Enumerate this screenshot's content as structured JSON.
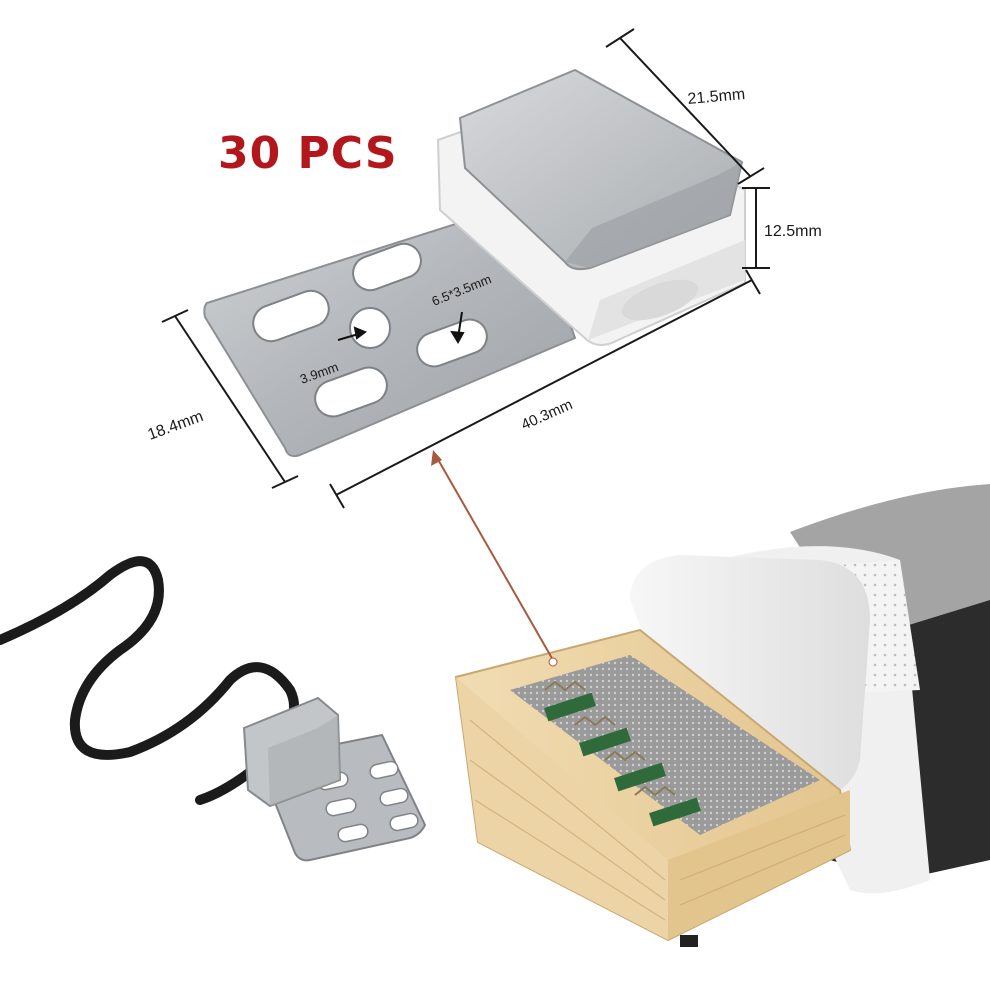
{
  "product": {
    "quantity_label": "30 PCS"
  },
  "dimensions": {
    "depth": "21.5mm",
    "height": "12.5mm",
    "width": "18.4mm",
    "length": "40.3mm",
    "hole_round": "3.9mm",
    "hole_slot": "6.5*3.5mm"
  },
  "colors": {
    "label_red": "#b2171b",
    "metal": "#b9bcc0",
    "metal_dark": "#8f9397",
    "plastic": "#f1f1f1",
    "wood": "#e9d1a4",
    "wire": "#1b1b1b",
    "spring_green": "#2f6b3a",
    "pointer": "#a75a3c"
  }
}
